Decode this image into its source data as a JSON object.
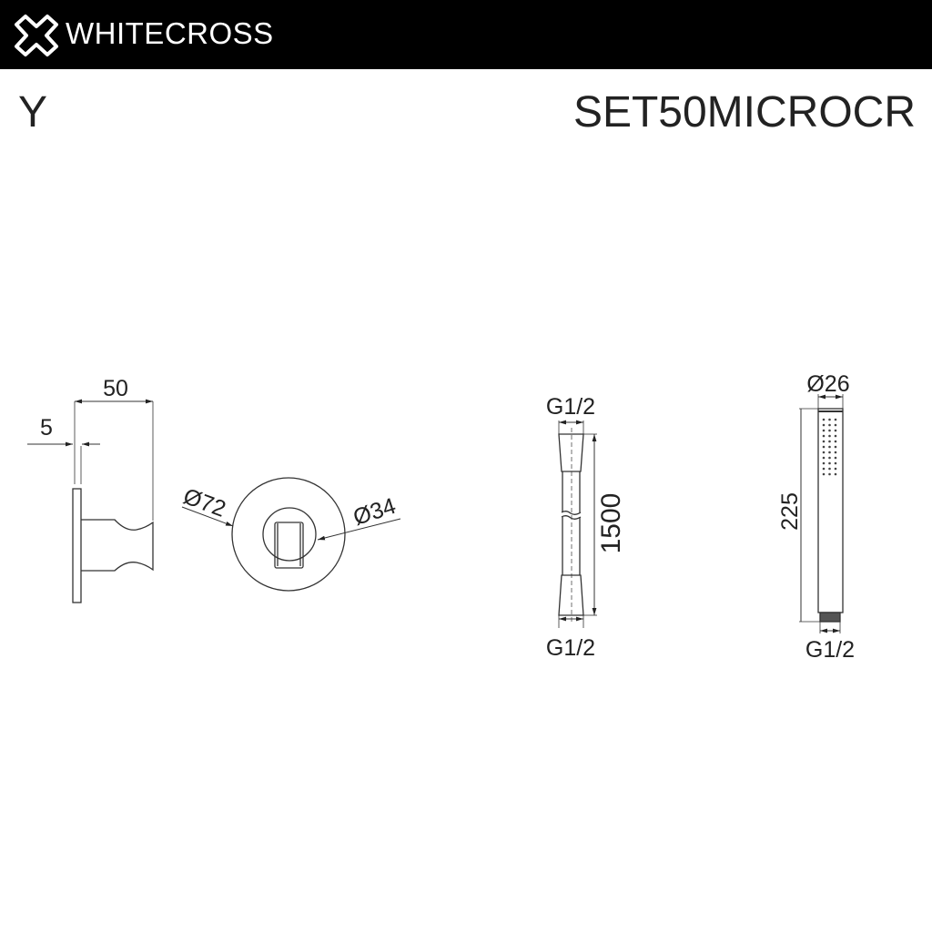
{
  "header": {
    "brand": "WHITECROSS",
    "logo_icon": "whitecross-x-logo"
  },
  "title": {
    "series": "Y",
    "product_code": "SET50MICROCR"
  },
  "holder": {
    "depth_label": "50",
    "plate_label": "5",
    "outer_diameter_label": "Ø72",
    "inner_diameter_label": "Ø34"
  },
  "hose": {
    "top_thread_label": "G1/2",
    "length_label": "1500",
    "bottom_thread_label": "G1/2"
  },
  "hand_shower": {
    "diameter_label": "Ø26",
    "length_label": "225",
    "thread_label": "G1/2"
  }
}
